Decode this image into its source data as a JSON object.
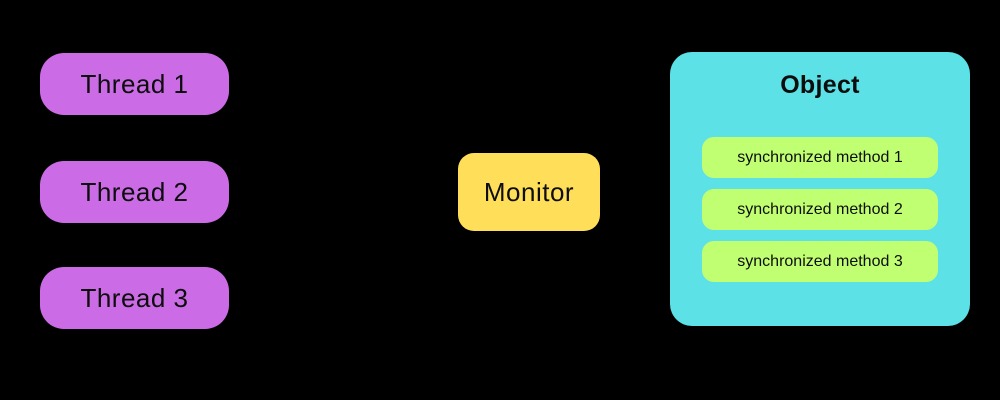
{
  "diagram": {
    "background_color": "#000000",
    "text_color": "#0d0d0d",
    "threads": {
      "color": "#CB6CE6",
      "items": [
        {
          "label": "Thread 1"
        },
        {
          "label": "Thread 2"
        },
        {
          "label": "Thread 3"
        }
      ]
    },
    "monitor": {
      "label": "Monitor",
      "color": "#FFDE59"
    },
    "object": {
      "title": "Object",
      "color": "#5CE1E6",
      "method_color": "#C1FF72",
      "methods": [
        {
          "label": "synchronized method 1"
        },
        {
          "label": "synchronized method 2"
        },
        {
          "label": "synchronized method 3"
        }
      ]
    }
  }
}
